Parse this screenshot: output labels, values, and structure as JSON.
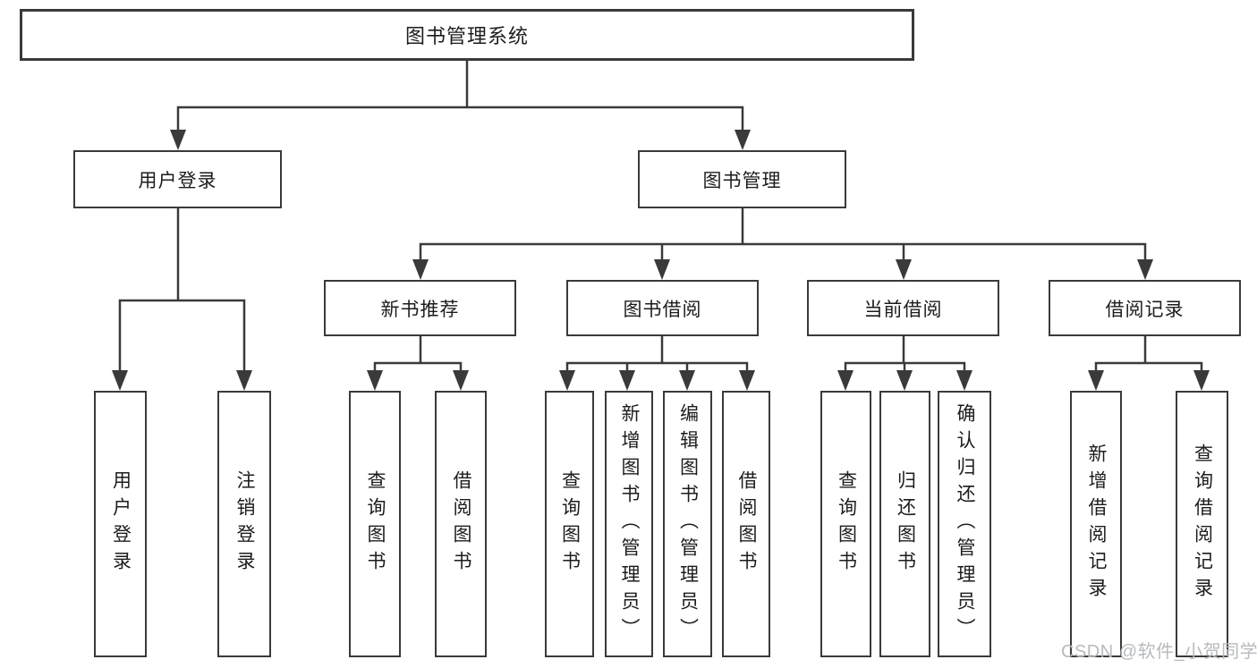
{
  "diagram_title": "图书管理系统",
  "nodes": {
    "root": "图书管理系统",
    "user_login": "用户登录",
    "book_mgmt": "图书管理",
    "new_books": "新书推荐",
    "book_borrow": "图书借阅",
    "current_borrow": "当前借阅",
    "borrow_records": "借阅记录"
  },
  "leaves": {
    "user_login_1": "用户登录",
    "user_login_2": "注销登录",
    "new_books_1": "查询图书",
    "new_books_2": "借阅图书",
    "book_borrow_1": "查询图书",
    "book_borrow_2": "新增图书（管理员）",
    "book_borrow_3": "编辑图书（管理员）",
    "book_borrow_4": "借阅图书",
    "current_borrow_1": "查询图书",
    "current_borrow_2": "归还图书",
    "current_borrow_3": "确认归还（管理员）",
    "borrow_records_1": "新增借阅记录",
    "borrow_records_2": "查询借阅记录"
  },
  "watermark": "CSDN @软件_小贺同学",
  "colors": {
    "line": "#3a3a3a",
    "text": "#1c1c1c",
    "watermark": "#b7babd",
    "background": "#ffffff"
  }
}
